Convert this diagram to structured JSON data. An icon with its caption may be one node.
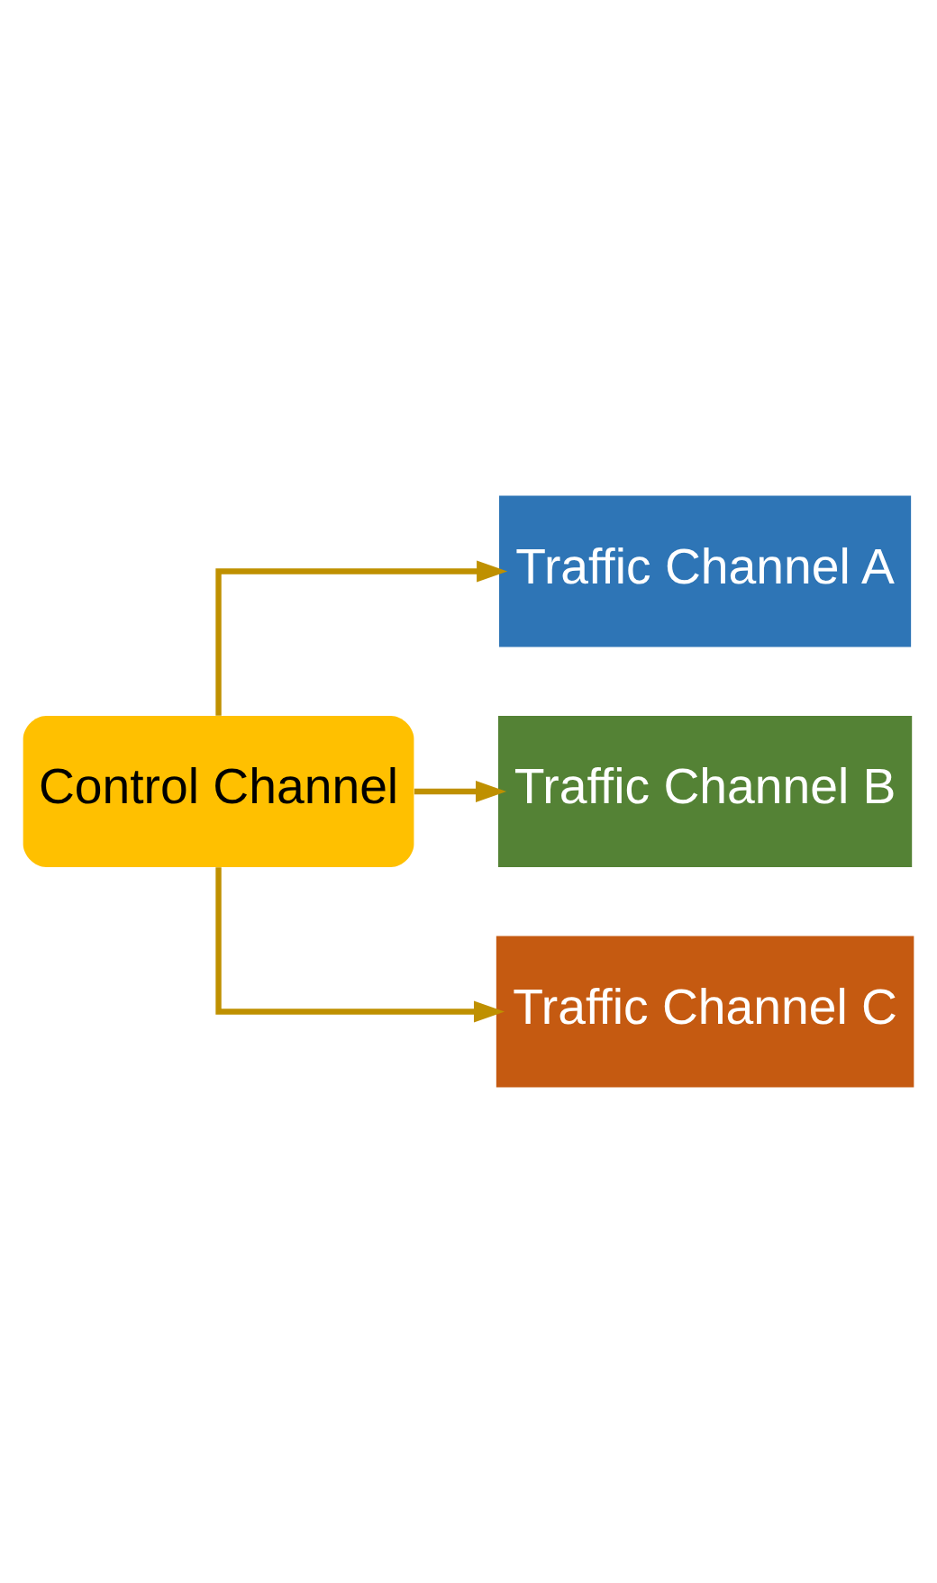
{
  "diagram": {
    "nodes": [
      {
        "text": [
          "Control Channel"
        ]
      },
      {
        "text": [
          "Traffic Channel A"
        ]
      },
      {
        "text": [
          "Traffic Channel B"
        ]
      },
      {
        "text": [
          "Traffic Channel C"
        ]
      }
    ],
    "edges": [
      {
        "from": 0,
        "to": 1,
        "arrow": "to"
      },
      {
        "from": 0,
        "to": 2,
        "arrow": "to"
      },
      {
        "from": 0,
        "to": 3,
        "arrow": "to"
      }
    ]
  }
}
